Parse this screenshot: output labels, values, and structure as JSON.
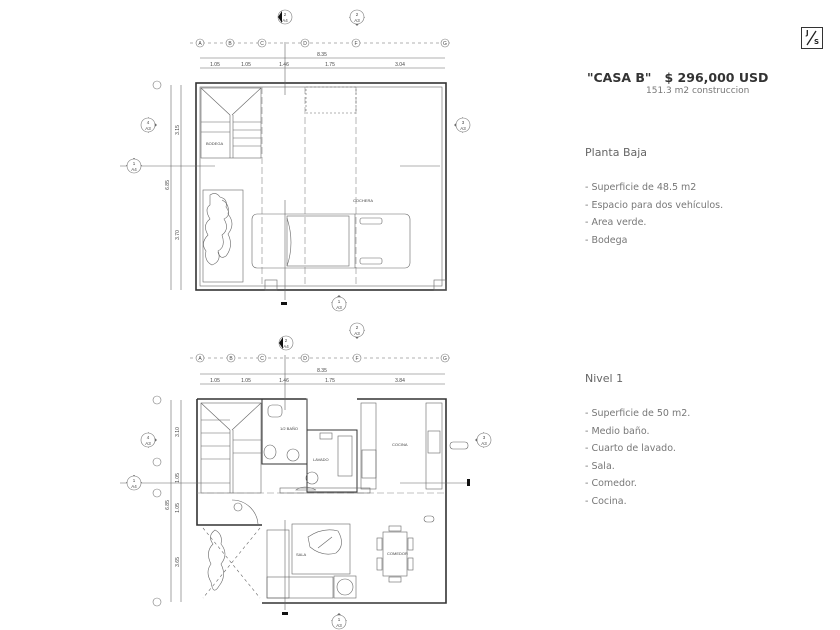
{
  "logo": {
    "top": "J",
    "bottom": "S"
  },
  "header": {
    "name": "\"CASA B\"",
    "price": "$ 296,000 USD",
    "construction": "151.3 m2 construccion"
  },
  "planta_baja": {
    "title": "Planta Baja",
    "features": [
      "- Superficie de 48.5 m2",
      "- Espacio para dos vehículos.",
      "- Area verde.",
      "- Bodega"
    ],
    "rooms": {
      "bodega": "BODEGA",
      "cochera": "COCHERA"
    },
    "dims": {
      "total": "8.35",
      "d1": "1.05",
      "d2": "1.05",
      "d3": "1.46",
      "d4": "1.75",
      "d5": "3.04",
      "left_total": "6.85",
      "left_a": "3.15",
      "left_b": "3.70"
    }
  },
  "nivel_1": {
    "title": "Nivel 1",
    "features": [
      "- Superficie de 50 m2.",
      "- Medio baño.",
      "- Cuarto de lavado.",
      "- Sala.",
      "- Comedor.",
      "- Cocina."
    ],
    "rooms": {
      "bano": "1/2 BAÑO",
      "lavado": "LAVADO",
      "cocina": "COCINA",
      "sala": "SALA",
      "comedor": "COMEDOR"
    },
    "dims": {
      "total": "8.35",
      "d1": "1.05",
      "d2": "1.05",
      "d3": "1.46",
      "d4": "1.75",
      "d5": "3.84",
      "left_total": "6.85",
      "left_a": "3.10",
      "left_b": "1.05",
      "left_c": "1.05",
      "left_d": "3.65"
    }
  },
  "grid_labels": [
    "A",
    "B",
    "C",
    "D",
    "F",
    "G"
  ],
  "section_markers": {
    "s2a4": [
      "2",
      "A4"
    ],
    "s2a3": [
      "2",
      "A3"
    ],
    "s4a3": [
      "4",
      "A3"
    ],
    "s3a3": [
      "3",
      "A3"
    ],
    "s1a4": [
      "1",
      "A4"
    ],
    "s1a3": [
      "1",
      "A3"
    ]
  }
}
